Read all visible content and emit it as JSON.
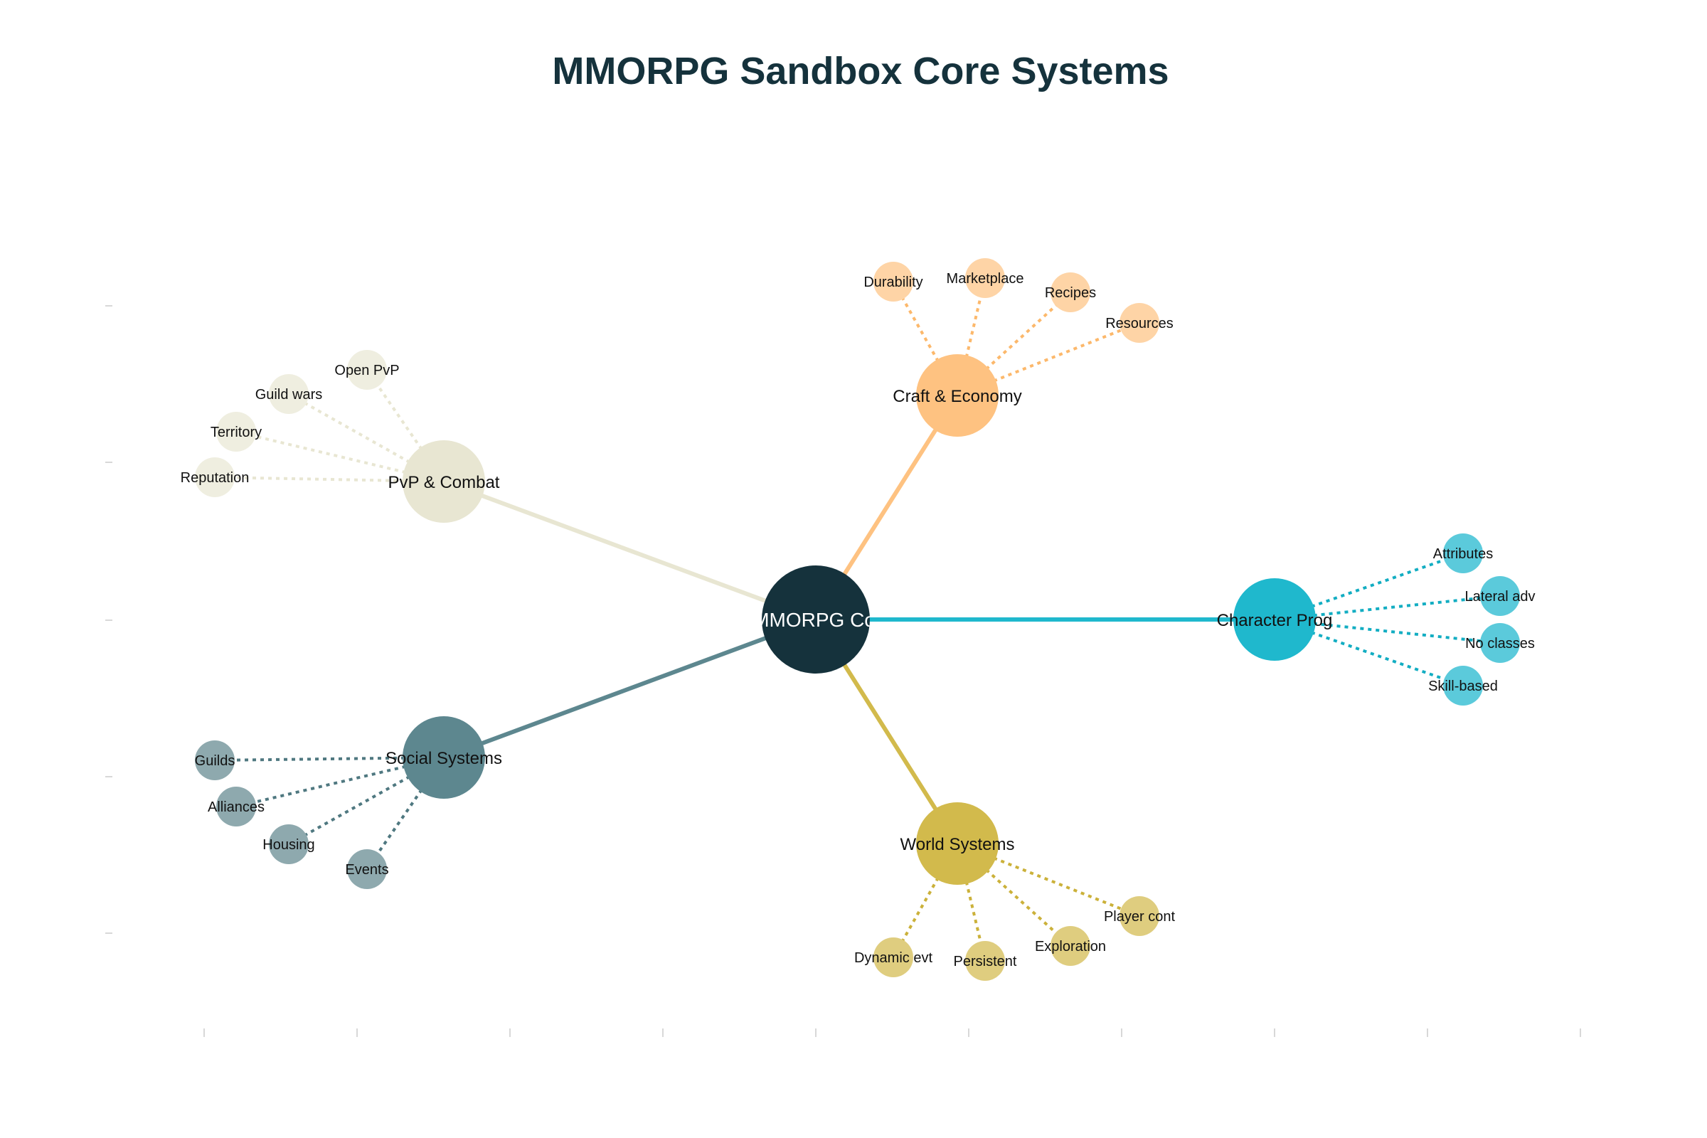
{
  "title": "MMORPG Sandbox Core Systems",
  "colors": {
    "title": "#15323c",
    "center": "#15323c"
  },
  "center": {
    "label": "MMORPG Core",
    "color": "#15323c"
  },
  "branches": [
    {
      "id": "pvp",
      "label": "PvP & Combat",
      "color": "#e8e6d2",
      "edge_color": "#e8e6d2",
      "leaf_color": "#efeee0",
      "leaf_edge_color": "#e8e6d2",
      "leaves": [
        "Open PvP",
        "Guild wars",
        "Territory",
        "Reputation"
      ]
    },
    {
      "id": "craft",
      "label": "Craft & Economy",
      "color": "#fec281",
      "edge_color": "#fec281",
      "leaf_color": "#fed4a6",
      "leaf_edge_color": "#fcb86b",
      "leaves": [
        "Durability",
        "Marketplace",
        "Recipes",
        "Resources"
      ]
    },
    {
      "id": "character",
      "label": "Character Prog",
      "color": "#1fb8cd",
      "edge_color": "#1fb8cd",
      "leaf_color": "#5bcadb",
      "leaf_edge_color": "#12adc2",
      "leaves": [
        "Attributes",
        "Lateral adv",
        "No classes",
        "Skill-based"
      ]
    },
    {
      "id": "social",
      "label": "Social Systems",
      "color": "#5d878f",
      "edge_color": "#5d878f",
      "leaf_color": "#8ea9ae",
      "leaf_edge_color": "#4f7880",
      "leaves": [
        "Guilds",
        "Alliances",
        "Housing",
        "Events"
      ]
    },
    {
      "id": "world",
      "label": "World Systems",
      "color": "#d2ba4c",
      "edge_color": "#d2ba4c",
      "leaf_color": "#dfcd7f",
      "leaf_edge_color": "#cbb13a",
      "leaves": [
        "Dynamic evt",
        "Persistent",
        "Exploration",
        "Player cont"
      ]
    }
  ]
}
